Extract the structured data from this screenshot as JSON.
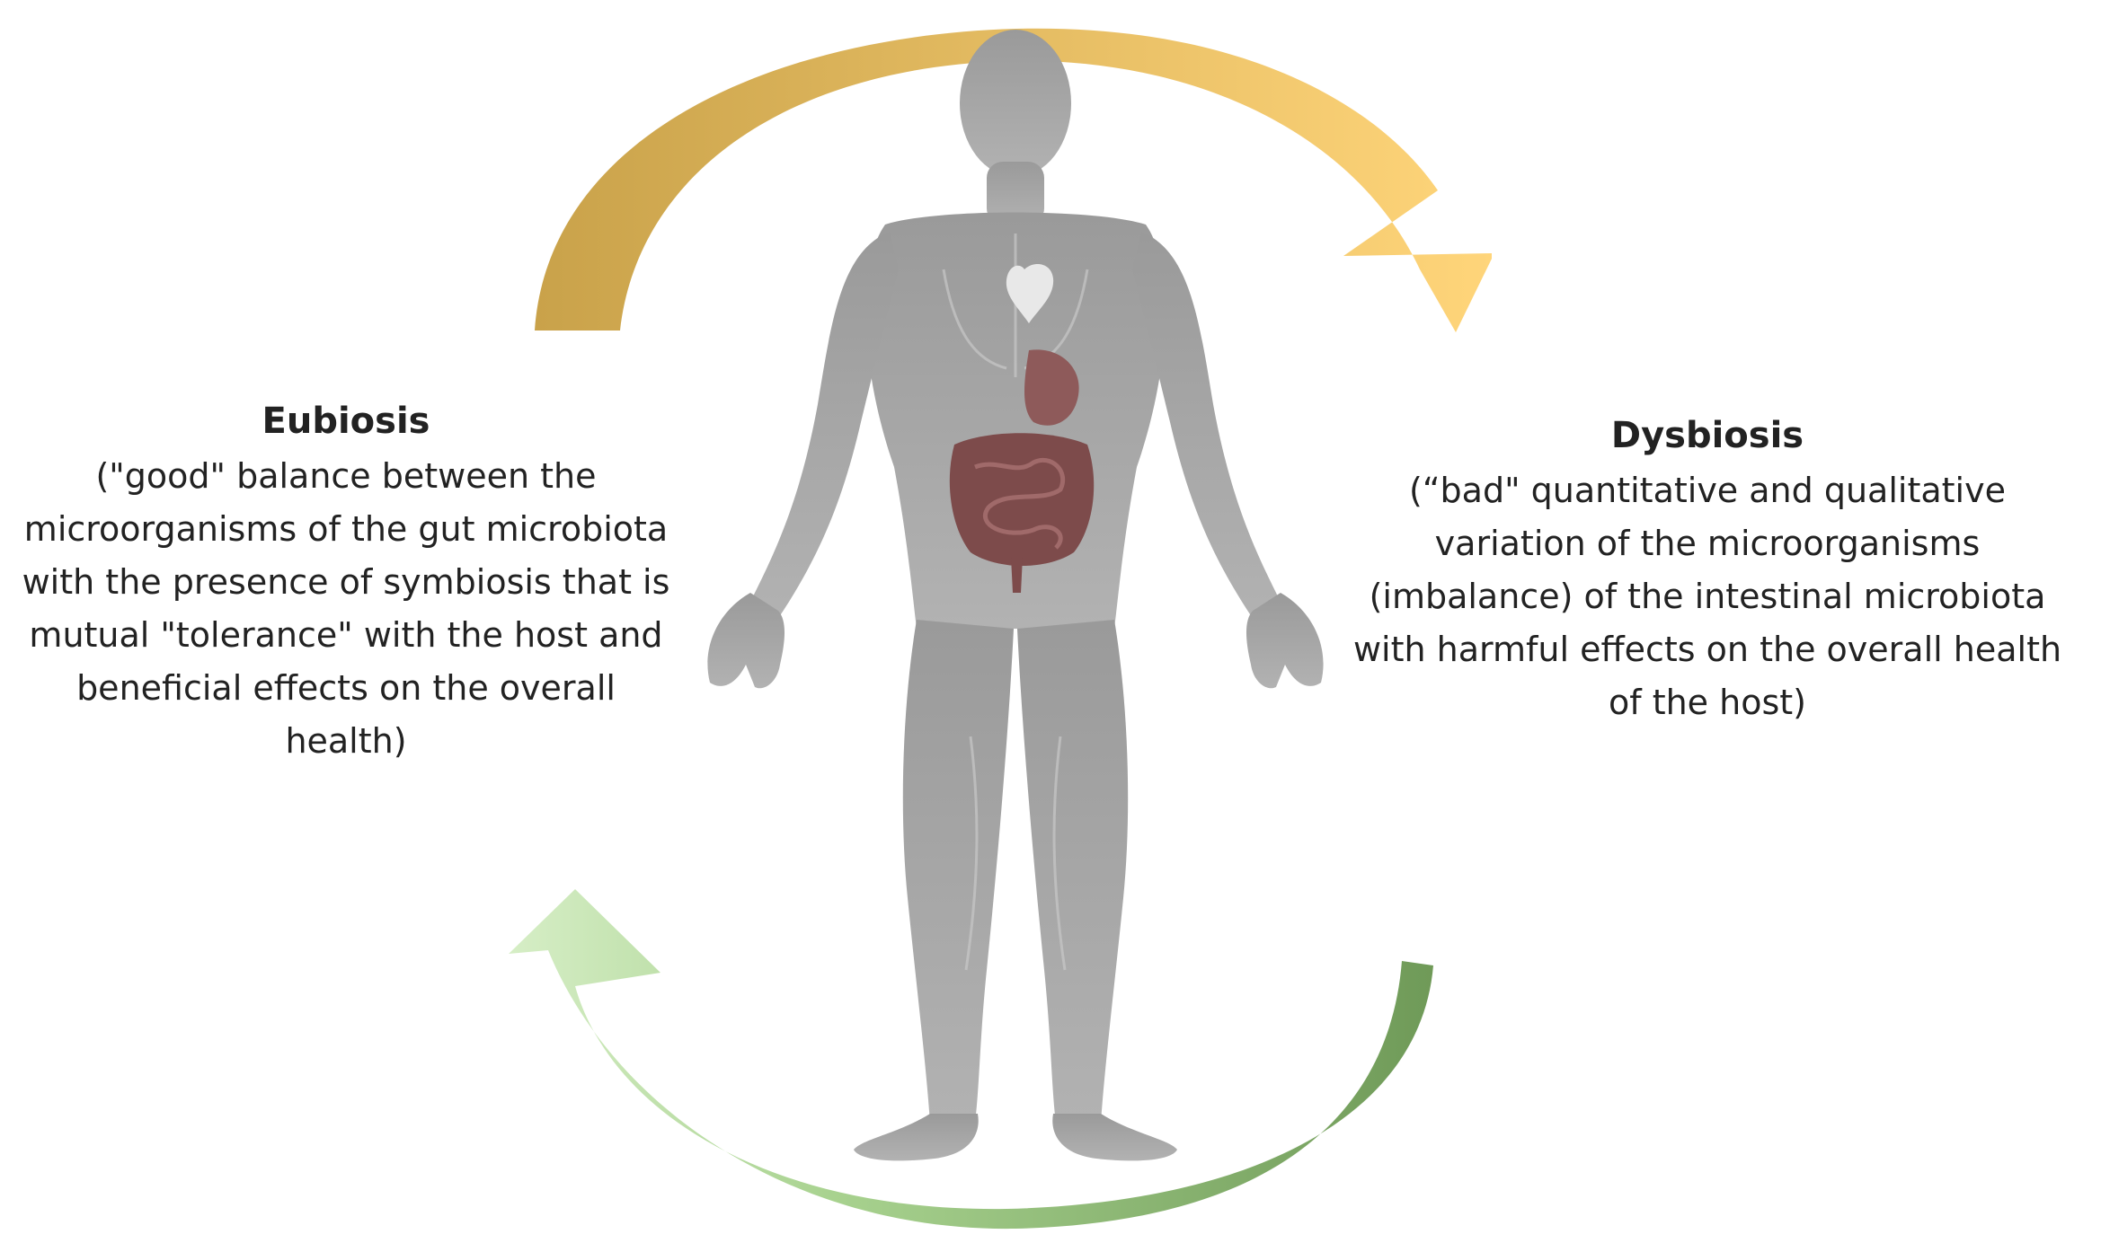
{
  "eubiosis": {
    "title": "Eubiosis",
    "lines": [
      "(\"good\" balance between the",
      "microorganisms of the gut microbiota",
      "with the presence of symbiosis that is",
      "mutual \"tolerance\" with the host and",
      "beneficial effects on the overall",
      "health)"
    ]
  },
  "dysbiosis": {
    "title": "Dysbiosis",
    "lines": [
      "(“bad\" quantitative and qualitative",
      "variation of the microorganisms",
      "(imbalance) of the intestinal microbiota",
      "with harmful effects on the overall health",
      "of the host)"
    ]
  },
  "colors": {
    "top_arrow_start": "#c9a24a",
    "top_arrow_end": "#ffd57a",
    "bottom_arrow_start": "#b5dca0",
    "bottom_arrow_end": "#6f9a58",
    "body": "#a9a9a9",
    "organs": "#8a5555"
  },
  "icons": [
    "human-body-figure",
    "top-cycle-arrow",
    "bottom-cycle-arrow"
  ]
}
